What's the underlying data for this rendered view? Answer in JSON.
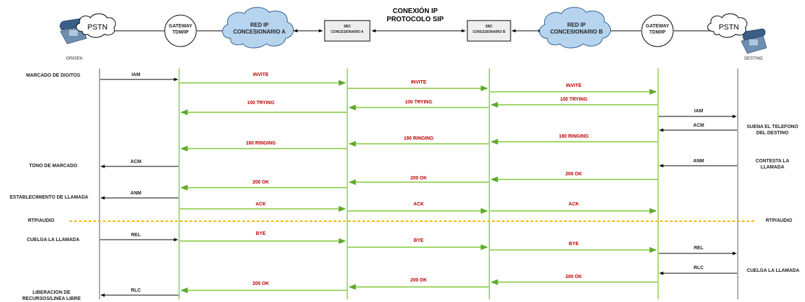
{
  "header": {
    "title_line1": "CONEXIÓN IP",
    "title_line2": "PROTOCOLO SIP",
    "left_pstn": "PSTN",
    "right_pstn": "PSTN",
    "gateway_left": [
      "GATEWAY",
      "TDM/IP"
    ],
    "gateway_right": [
      "GATEWAY",
      "TDM/IP"
    ],
    "cloud_left": [
      "RED IP",
      "CONCESIONARIO A"
    ],
    "cloud_right": [
      "RED IP",
      "CONCESIONARIO B"
    ],
    "sbc_left": [
      "SBC",
      "CONCESIONARIO A"
    ],
    "sbc_right": [
      "SBC",
      "CONCESIONARIO B"
    ],
    "origin": "ORIGEN",
    "destination": "DESTINO"
  },
  "colors": {
    "sip_line": "#92d050",
    "sip_text": "#c00000",
    "isup_line": "#000000",
    "media_line": "#f5b800"
  },
  "events_left": {
    "marcado": "MARCADO DE DIGITOS",
    "tono": "TONO DE MARCADO",
    "establecimiento": "ESTABLECIMIENTO DE LLAMADA",
    "rtp": "RTP/AUDIO",
    "cuelga": "CUELGA LA LLAMADA",
    "liberacion": [
      "LIBERACION DE",
      "RECURSOS/LINEA LIBRE"
    ]
  },
  "events_right": {
    "suena": [
      "SUENA EL TELEFONO",
      "DEL DESTINO"
    ],
    "contesta": [
      "CONTESTA LA",
      "LLAMADA"
    ],
    "rtp": "RTP/AUDIO",
    "cuelga": "CUELGA LA LLAMADA"
  },
  "messages": {
    "iam_left": "IAM",
    "invite_1": "INVITE",
    "invite_2": "INVITE",
    "invite_3": "INVITE",
    "trying_3": "100 TRYING",
    "trying_2": "100 TRYING",
    "trying_1": "100 TRYING",
    "iam_right": "IAM",
    "acm_right": "ACM",
    "ringing_3": "180 RINGING",
    "ringing_2": "180 RINGING",
    "ringing_1": "180 RINGING",
    "acm_left": "ACM",
    "anm_right": "ANM",
    "ok_3a": "200 OK",
    "ok_2a": "200 OK",
    "ok_1a": "200 OK",
    "anm_left": "ANM",
    "ack_1": "ACK",
    "ack_2": "ACK",
    "ack_3": "ACK",
    "rel_left": "REL",
    "bye_1": "BYE",
    "bye_2": "BYE",
    "bye_3": "BYE",
    "rel_right": "REL",
    "rlc_right": "RLC",
    "ok_3b": "200 OK",
    "ok_2b": "200 OK",
    "ok_1b": "200 OK",
    "rlc_left": "RLC"
  }
}
